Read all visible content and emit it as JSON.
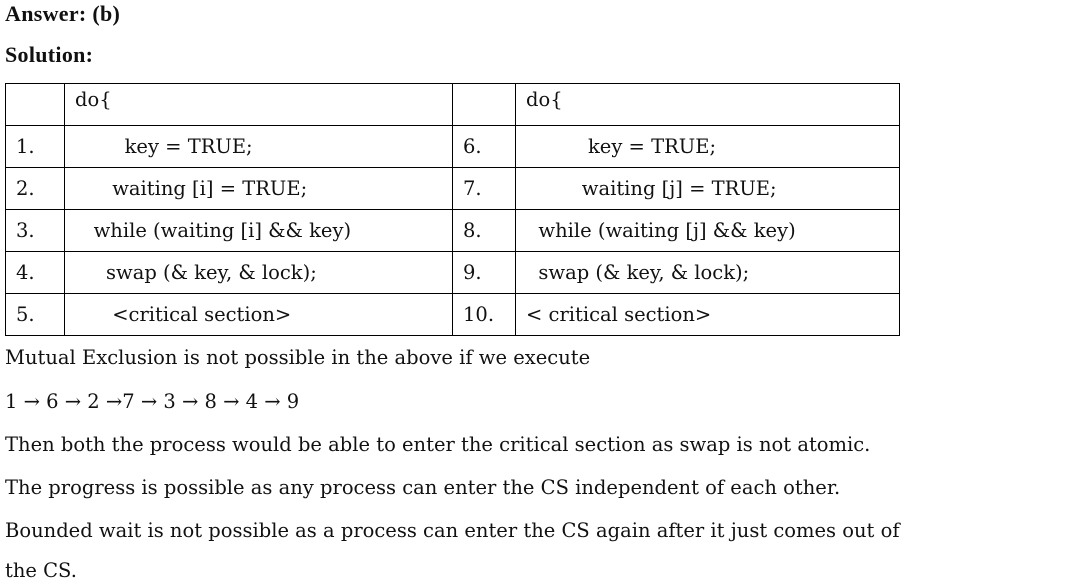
{
  "answer_label": "Answer: (b)",
  "solution_label": "Solution:",
  "table": {
    "header": {
      "left_num": "",
      "left_code": "do{",
      "right_num": "",
      "right_code": "do{"
    },
    "rows": [
      {
        "left_num": "1.",
        "left_code": "        key = TRUE;",
        "right_num": "6.",
        "right_code": "          key = TRUE;"
      },
      {
        "left_num": "2.",
        "left_code": "      waiting [i] = TRUE;",
        "right_num": "7.",
        "right_code": "         waiting [j] = TRUE;"
      },
      {
        "left_num": "3.",
        "left_code": "   while (waiting [i] && key)",
        "right_num": "8.",
        "right_code": "  while (waiting [j] && key)"
      },
      {
        "left_num": "4.",
        "left_code": "     swap (& key, & lock);",
        "right_num": "9.",
        "right_code": "  swap (& key, & lock);"
      },
      {
        "left_num": "5.",
        "left_code": "      <critical section>",
        "right_num": "10.",
        "right_code": "< critical section>"
      }
    ]
  },
  "paragraphs": [
    "Mutual Exclusion is not possible in the above if we execute",
    "1 → 6 → 2 →7 → 3 → 8 → 4 → 9",
    "Then both the process would be able to enter the critical section as swap is not atomic.",
    "The progress is possible as any process can enter the CS independent of each other.",
    "Bounded wait is not possible as a process can enter the CS again after it just comes out of",
    "the CS."
  ]
}
